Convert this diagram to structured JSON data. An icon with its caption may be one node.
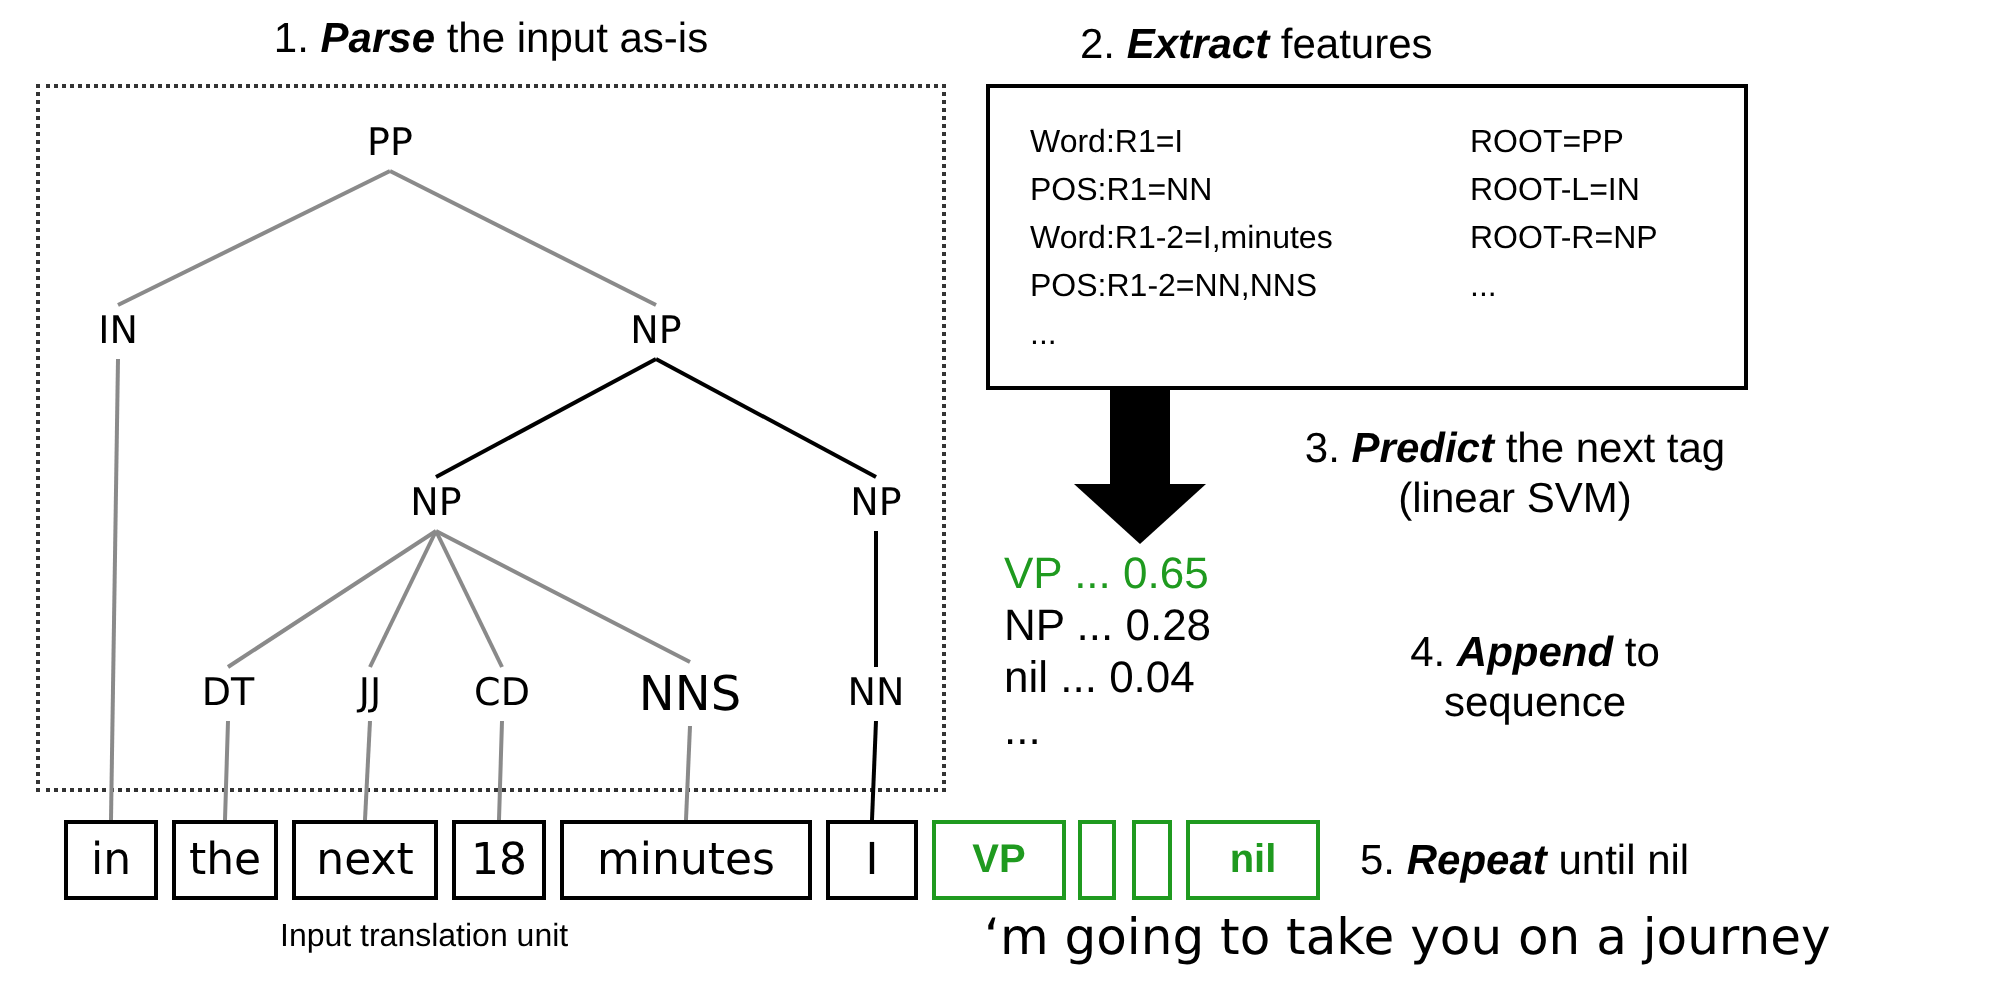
{
  "diagram": {
    "nodes": [
      {
        "text": [
          "1. **Parse** the input as-is"
        ]
      },
      {
        "text": [
          "PP"
        ],
        "in": 0
      },
      {
        "text": [
          "IN"
        ],
        "in": 0
      },
      {
        "text": [
          "NP"
        ],
        "in": 0
      },
      {
        "text": [
          "NP"
        ],
        "in": 0
      },
      {
        "text": [
          "NP"
        ],
        "in": 0
      },
      {
        "text": [
          "DT"
        ],
        "in": 0
      },
      {
        "text": [
          "JJ"
        ],
        "in": 0
      },
      {
        "text": [
          "CD"
        ],
        "in": 0
      },
      {
        "text": [
          "NNS"
        ],
        "in": 0
      },
      {
        "text": [
          "NN"
        ],
        "in": 0
      },
      {
        "text": [
          "in"
        ]
      },
      {
        "text": [
          "the"
        ]
      },
      {
        "text": [
          "next"
        ]
      },
      {
        "text": [
          "18"
        ]
      },
      {
        "text": [
          "minutes"
        ]
      },
      {
        "text": [
          "I"
        ]
      },
      {
        "text": [
          "VP"
        ]
      },
      {
        "text": [],
        "shape": "box"
      },
      {
        "text": [],
        "shape": "box"
      },
      {
        "text": [
          "nil"
        ]
      },
      {
        "text": [
          "2. **Extract** features",
          "Word:R1=I",
          "POS:R1=NN",
          "Word:R1-2=I,minutes",
          "POS:R1-2=NN,NNS",
          "...",
          "ROOT=PP",
          "ROOT-L=IN",
          "ROOT-R=NP",
          "..."
        ]
      },
      {
        "text": [
          "VP ... 0.65",
          "NP ... 0.28",
          "nil ... 0.04",
          "..."
        ]
      }
    ],
    "edges": [
      {
        "from": 1,
        "to": 2,
        "arrow": "none"
      },
      {
        "from": 1,
        "to": 3,
        "arrow": "none"
      },
      {
        "from": 3,
        "to": 4,
        "arrow": "none",
        "color": "#000000"
      },
      {
        "from": 3,
        "to": 5,
        "arrow": "none",
        "color": "#000000"
      },
      {
        "from": 4,
        "to": 6,
        "arrow": "none"
      },
      {
        "from": 4,
        "to": 7,
        "arrow": "none"
      },
      {
        "from": 4,
        "to": 8,
        "arrow": "none"
      },
      {
        "from": 4,
        "to": 9,
        "arrow": "none"
      },
      {
        "from": 5,
        "to": 10,
        "arrow": "none",
        "color": "#000000"
      },
      {
        "from": 2,
        "to": 11,
        "arrow": "none"
      },
      {
        "from": 6,
        "to": 12,
        "arrow": "none"
      },
      {
        "from": 7,
        "to": 13,
        "arrow": "none"
      },
      {
        "from": 8,
        "to": 14,
        "arrow": "none"
      },
      {
        "from": 9,
        "to": 15,
        "arrow": "none"
      },
      {
        "from": 10,
        "to": 16,
        "arrow": "none",
        "color": "#000000"
      },
      {
        "from": 21,
        "to": 22,
        "arrow": "to",
        "style": "thick",
        "color": "#000000"
      }
    ],
    "labels": [
      "3. **Predict** the next tag (linear SVM)",
      "4. **Append** to sequence",
      "5. **Repeat** until nil",
      "Input translation unit",
      "‘m going to take you on a journey"
    ]
  }
}
